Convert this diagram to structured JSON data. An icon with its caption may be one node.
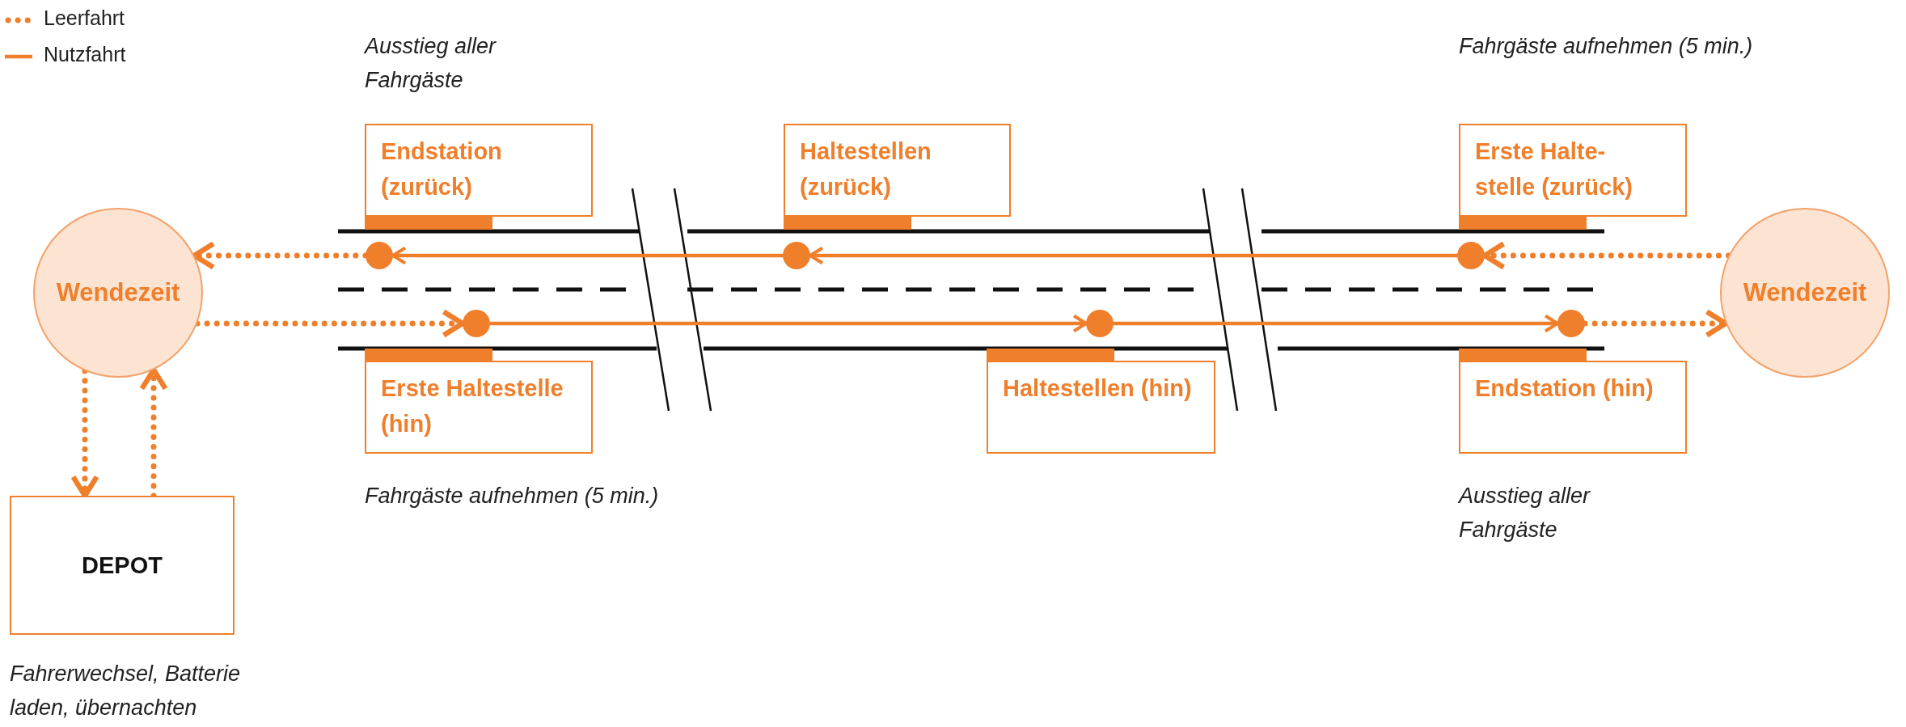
{
  "diagram": {
    "nodes": [
      {
        "text": [
          "Wendezeit"
        ]
      },
      {
        "text": [
          "Wendezeit"
        ]
      },
      {
        "text": [
          "DEPOT"
        ],
        "beside": [
          "Fahrerwechsel, Batterie laden, übernachten"
        ]
      },
      {
        "text": [
          "Endstation (zurück)"
        ],
        "beside": [
          "Ausstieg aller Fahrgäste"
        ]
      },
      {
        "text": [
          "Erste Haltestelle (hin)"
        ],
        "beside": [
          "Fahrgäste aufnehmen (5 min.)"
        ]
      },
      {
        "text": [
          "Haltestellen (zurück)"
        ]
      },
      {
        "text": [
          "Haltestellen (hin)"
        ]
      },
      {
        "text": [
          "Erste Halte- stelle (zurück)"
        ],
        "beside": [
          "Fahrgäste aufnehmen (5 min.)"
        ]
      },
      {
        "text": [
          "Endstation (hin)"
        ],
        "beside": [
          "Ausstieg aller Fahrgäste"
        ]
      },
      {
        "text": [],
        "shape": "circle"
      },
      {
        "text": [],
        "shape": "circle"
      },
      {
        "text": [],
        "shape": "circle"
      },
      {
        "text": [],
        "shape": "circle"
      },
      {
        "text": [],
        "shape": "circle"
      },
      {
        "text": [],
        "shape": "circle"
      }
    ],
    "edges": [
      {
        "from": 0,
        "to": 10,
        "arrow": "to",
        "style": "dashed"
      },
      {
        "from": 10,
        "to": 12,
        "arrow": "to"
      },
      {
        "from": 12,
        "to": 14,
        "arrow": "to"
      },
      {
        "from": 14,
        "to": 1,
        "arrow": "to",
        "style": "dashed"
      },
      {
        "from": 1,
        "to": 13,
        "arrow": "to",
        "style": "dashed"
      },
      {
        "from": 13,
        "to": 11,
        "arrow": "to"
      },
      {
        "from": 11,
        "to": 9,
        "arrow": "to"
      },
      {
        "from": 9,
        "to": 0,
        "arrow": "to",
        "style": "dashed"
      },
      {
        "from": 0,
        "to": 2,
        "arrow": "to",
        "style": "dashed"
      },
      {
        "from": 2,
        "to": 0,
        "arrow": "to",
        "style": "dashed"
      }
    ],
    "legend": [
      {
        "text": "Leerfahrt"
      },
      {
        "text": "Nutzfahrt"
      }
    ]
  }
}
